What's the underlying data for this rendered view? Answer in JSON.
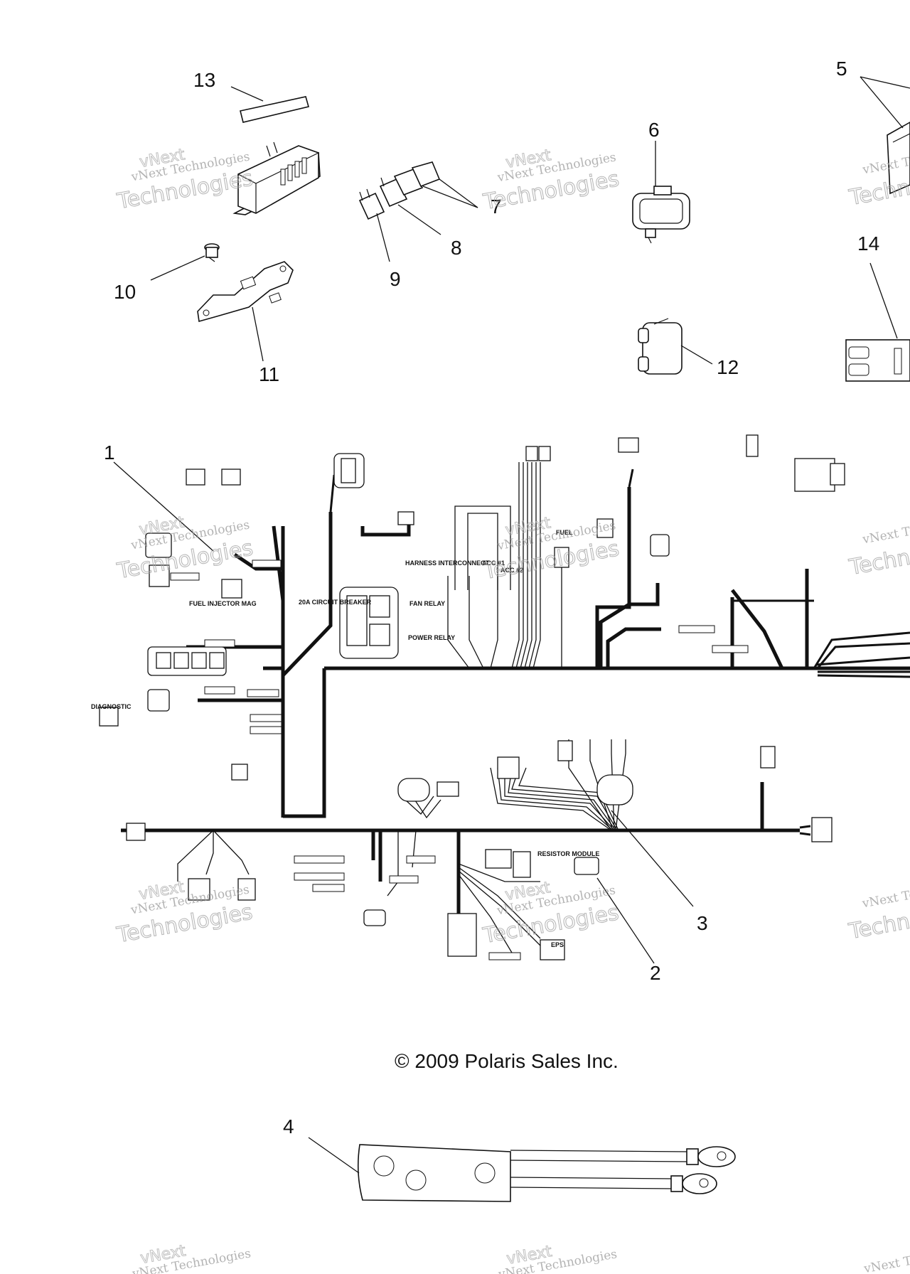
{
  "callouts": {
    "c1": "1",
    "c2": "2",
    "c3": "3",
    "c4": "4",
    "c5": "5",
    "c6": "6",
    "c7": "7",
    "c8": "8",
    "c9": "9",
    "c10": "10",
    "c11": "11",
    "c12": "12",
    "c13": "13",
    "c14": "14"
  },
  "harness_labels": {
    "fuel_injector": "FUEL INJECTOR MAG",
    "circuit_breaker": "20A CIRCUIT BREAKER",
    "diagnostic": "DIAGNOSTIC",
    "harness_interconnect": "HARNESS INTERCONNECT",
    "acc1": "ACC #1",
    "acc2": "ACC #2",
    "fan_relay": "FAN RELAY",
    "power_relay": "POWER RELAY",
    "fuel": "FUEL",
    "resistor_module": "RESISTOR MODULE",
    "eps": "EPS"
  },
  "copyright": "© 2009 Polaris Sales Inc.",
  "watermark": {
    "line1": "vNext Technologies",
    "brand_top": "vNext",
    "brand_bottom": "Technologies"
  }
}
